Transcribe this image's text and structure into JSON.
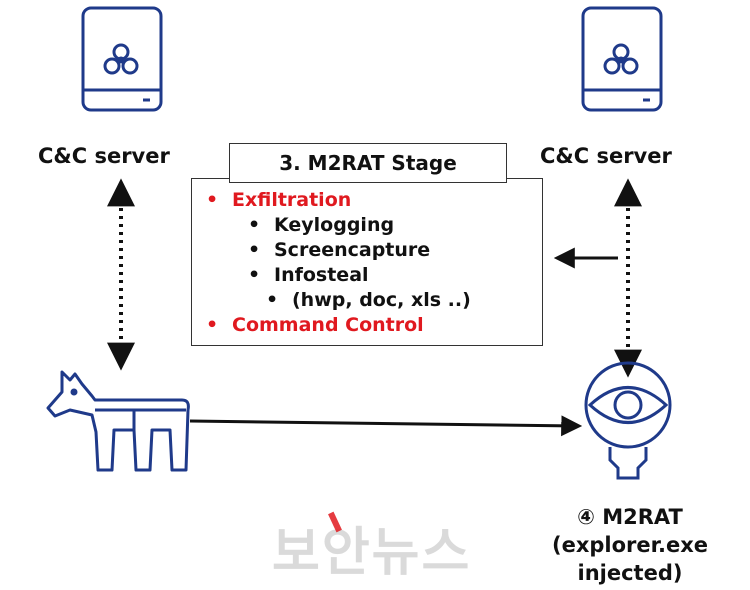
{
  "left_server": {
    "label": "C&C server",
    "icon": "server-biohazard-icon"
  },
  "right_server": {
    "label": "C&C server",
    "icon": "server-biohazard-icon"
  },
  "stage": {
    "title": "3. M2RAT Stage",
    "items": [
      {
        "bullet": "•",
        "text": "Exfiltration",
        "color": "#e0191f"
      },
      {
        "bullet": "•",
        "text": "Keylogging",
        "color": "#111111"
      },
      {
        "bullet": "•",
        "text": "Screencapture",
        "color": "#111111"
      },
      {
        "bullet": "•",
        "text": "Infosteal",
        "color": "#111111"
      },
      {
        "bullet": "•",
        "text": "(hwp, doc, xls ..)",
        "color": "#111111"
      },
      {
        "bullet": "•",
        "text": "Command Control",
        "color": "#e0191f"
      }
    ]
  },
  "trojan": {
    "icon": "trojan-horse-icon"
  },
  "rat": {
    "icon": "eye-spy-icon",
    "line1": "④ M2RAT",
    "line2": "(explorer.exe",
    "line3": "injected)"
  },
  "watermark": {
    "text": "보안뉴스"
  },
  "colors": {
    "icon_blue": "#1f3a8a",
    "accent_red": "#e0191f",
    "ink": "#111111"
  }
}
